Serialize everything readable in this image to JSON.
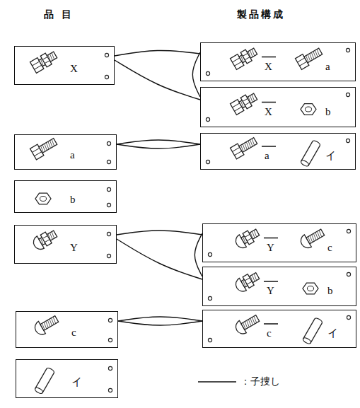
{
  "diagram": {
    "nodes": [
      {
        "text": [
          "X"
        ]
      },
      {
        "text": [
          "X",
          "a"
        ]
      },
      {
        "text": [
          "X",
          "b"
        ]
      },
      {
        "text": [
          "a"
        ]
      },
      {
        "text": [
          "a",
          "イ"
        ]
      },
      {
        "text": [
          "b"
        ]
      },
      {
        "text": [
          "Y"
        ]
      },
      {
        "text": [
          "Y",
          "c"
        ]
      },
      {
        "text": [
          "Y",
          "b"
        ]
      },
      {
        "text": [
          "c"
        ]
      },
      {
        "text": [
          "c",
          "イ"
        ]
      },
      {
        "text": [
          "イ"
        ]
      }
    ],
    "edges": [
      {
        "from": 0,
        "to": 1,
        "arrow": "none"
      },
      {
        "from": 1,
        "to": 2,
        "arrow": "none"
      },
      {
        "from": 2,
        "to": 0,
        "arrow": "none"
      },
      {
        "from": 3,
        "to": 4,
        "arrow": "none"
      },
      {
        "from": 4,
        "to": 3,
        "arrow": "none"
      },
      {
        "from": 6,
        "to": 7,
        "arrow": "none"
      },
      {
        "from": 7,
        "to": 8,
        "arrow": "none"
      },
      {
        "from": 8,
        "to": 6,
        "arrow": "none"
      },
      {
        "from": 9,
        "to": 10,
        "arrow": "none"
      },
      {
        "from": 10,
        "to": 9,
        "arrow": "none"
      }
    ],
    "labels": [
      "品 目",
      "製品構成"
    ],
    "legend": [
      {
        "text": "：子捜し"
      }
    ]
  }
}
